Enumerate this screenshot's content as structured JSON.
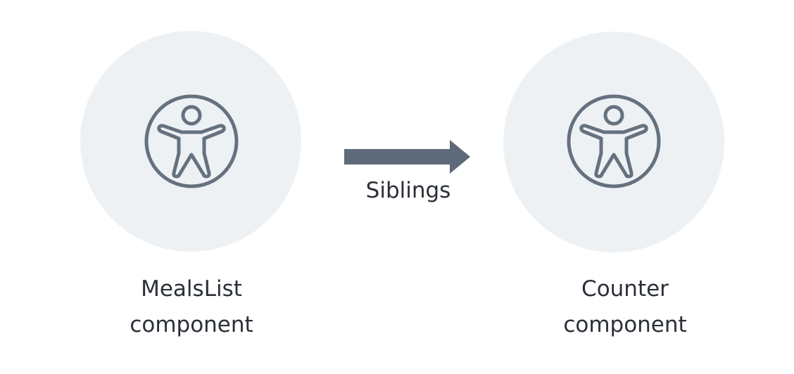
{
  "colors": {
    "circle_fill": "#eef1f4",
    "icon_stroke": "#66717f",
    "arrow_fill": "#5e6a78",
    "text": "#2b2f38"
  },
  "nodes": [
    {
      "line1": "MealsList",
      "line2": "component",
      "icon": "accessibility-person-icon"
    },
    {
      "line1": "Counter",
      "line2": "component",
      "icon": "accessibility-person-icon"
    }
  ],
  "edge": {
    "label": "Siblings",
    "direction": "left-to-right"
  }
}
